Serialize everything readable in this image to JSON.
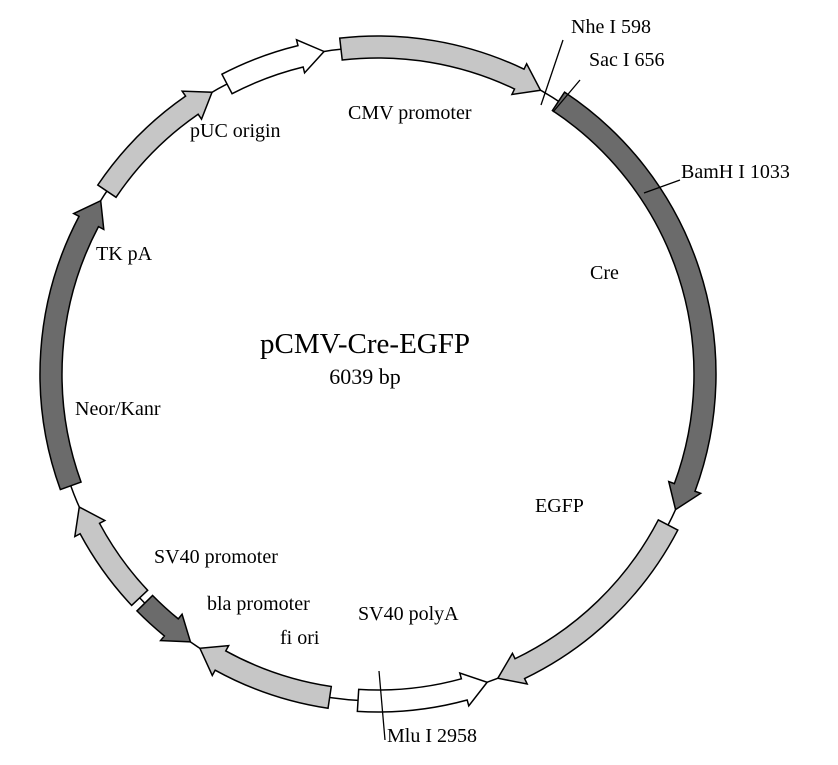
{
  "plasmid": {
    "name": "pCMV-Cre-EGFP",
    "size": "6039 bp"
  },
  "colors": {
    "light": "#c6c6c6",
    "medium": "#a6a6a6",
    "dark": "#6b6b6b",
    "white": "#ffffff",
    "outline": "#000000"
  },
  "features": [
    {
      "id": "cmv",
      "label": "CMV promoter",
      "fill": "light",
      "direction": "cw"
    },
    {
      "id": "cre",
      "label": "Cre",
      "fill": "dark",
      "direction": "cw"
    },
    {
      "id": "egfp",
      "label": "EGFP",
      "fill": "light",
      "direction": "cw"
    },
    {
      "id": "sv40pa",
      "label": "SV40 polyA",
      "fill": "white",
      "direction": "ccw"
    },
    {
      "id": "fiori",
      "label": "fi ori",
      "fill": "light",
      "direction": "cw"
    },
    {
      "id": "bla",
      "label": "bla promoter",
      "fill": "dark",
      "direction": "ccw"
    },
    {
      "id": "sv40prom",
      "label": "SV40 promoter",
      "fill": "light",
      "direction": "cw"
    },
    {
      "id": "neo",
      "label": "Neor/Kanr",
      "fill": "dark",
      "direction": "cw"
    },
    {
      "id": "tkpa",
      "label": "TK pA",
      "fill": "light",
      "direction": "cw"
    },
    {
      "id": "puc",
      "label": "pUC origin",
      "fill": "white",
      "direction": "cw"
    }
  ],
  "sites": [
    {
      "id": "nhe",
      "label": "Nhe I 598"
    },
    {
      "id": "sac",
      "label": "Sac I 656"
    },
    {
      "id": "bam",
      "label": "BamH I 1033"
    },
    {
      "id": "mlu",
      "label": "Mlu I 2958"
    }
  ]
}
